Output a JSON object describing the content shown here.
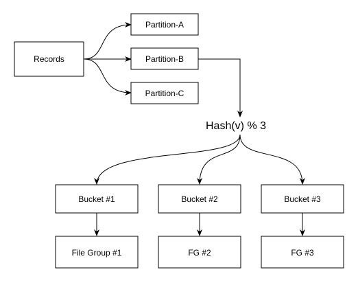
{
  "nodes": {
    "records": "Records",
    "partition_a": "Partition-A",
    "partition_b": "Partition-B",
    "partition_c": "Partition-C",
    "hash": "Hash(v) % 3",
    "bucket_1": "Bucket #1",
    "bucket_2": "Bucket #2",
    "bucket_3": "Bucket #3",
    "file_group_1": "File Group #1",
    "fg_2": "FG #2",
    "fg_3": "FG #3"
  },
  "edges": [
    {
      "from": "records",
      "to": "partition_a"
    },
    {
      "from": "records",
      "to": "partition_b"
    },
    {
      "from": "records",
      "to": "partition_c"
    },
    {
      "from": "partition_b",
      "to": "hash"
    },
    {
      "from": "hash",
      "to": "bucket_1"
    },
    {
      "from": "hash",
      "to": "bucket_2"
    },
    {
      "from": "hash",
      "to": "bucket_3"
    },
    {
      "from": "bucket_1",
      "to": "file_group_1"
    },
    {
      "from": "bucket_2",
      "to": "fg_2"
    },
    {
      "from": "bucket_3",
      "to": "fg_3"
    }
  ],
  "colors": {
    "stroke": "#000000",
    "fill": "#ffffff",
    "text": "#000000"
  }
}
